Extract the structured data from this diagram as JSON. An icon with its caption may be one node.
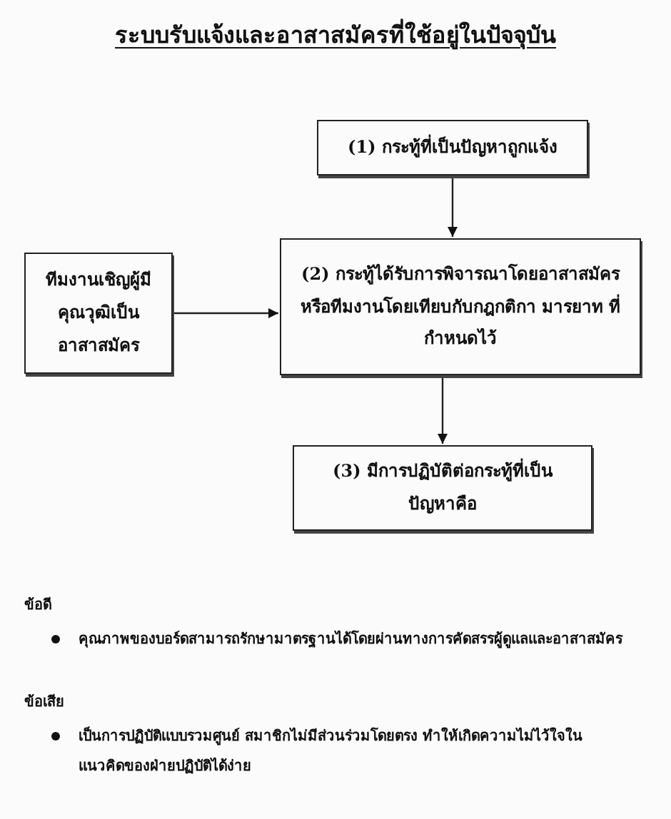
{
  "diagram": {
    "title": "ระบบรับแจ้งและอาสาสมัครที่ใช้อยู่ในปัจจุบัน",
    "nodes": [
      {
        "text": [
          "(1) กระทู้ที่เป็นปัญหาถูกแจ้ง"
        ]
      },
      {
        "text": [
          "ทีมงานเชิญผู้มีคุณวุฒิเป็นอาสาสมัคร"
        ]
      },
      {
        "text": [
          "(2) กระทู้ได้รับการพิจารณาโดยอาสาสมัครหรือทีมงานโดยเทียบกับกฎกติกา มารยาท ที่กำหนดไว้"
        ]
      },
      {
        "text": [
          "(3) มีการปฏิบัติต่อกระทู้ที่เป็นปัญหาคือ"
        ]
      }
    ],
    "edges": [
      {
        "from": 0,
        "to": 2,
        "arrow": "to"
      },
      {
        "from": 1,
        "to": 2,
        "arrow": "to"
      },
      {
        "from": 2,
        "to": 3,
        "arrow": "to"
      }
    ],
    "labels": [
      "ข้อดี",
      "คุณภาพของบอร์ดสามารถรักษามาตรฐานได้โดยผ่านทางการคัดสรรผู้ดูแลและอาสาสมัคร",
      "ข้อเสีย",
      "เป็นการปฏิบัติแบบรวมศูนย์ สมาชิกไม่มีส่วนร่วมโดยตรง ทำให้เกิดความไม่ไว้ใจในแนวคิดของฝ่ายปฏิบัติได้ง่าย"
    ]
  }
}
